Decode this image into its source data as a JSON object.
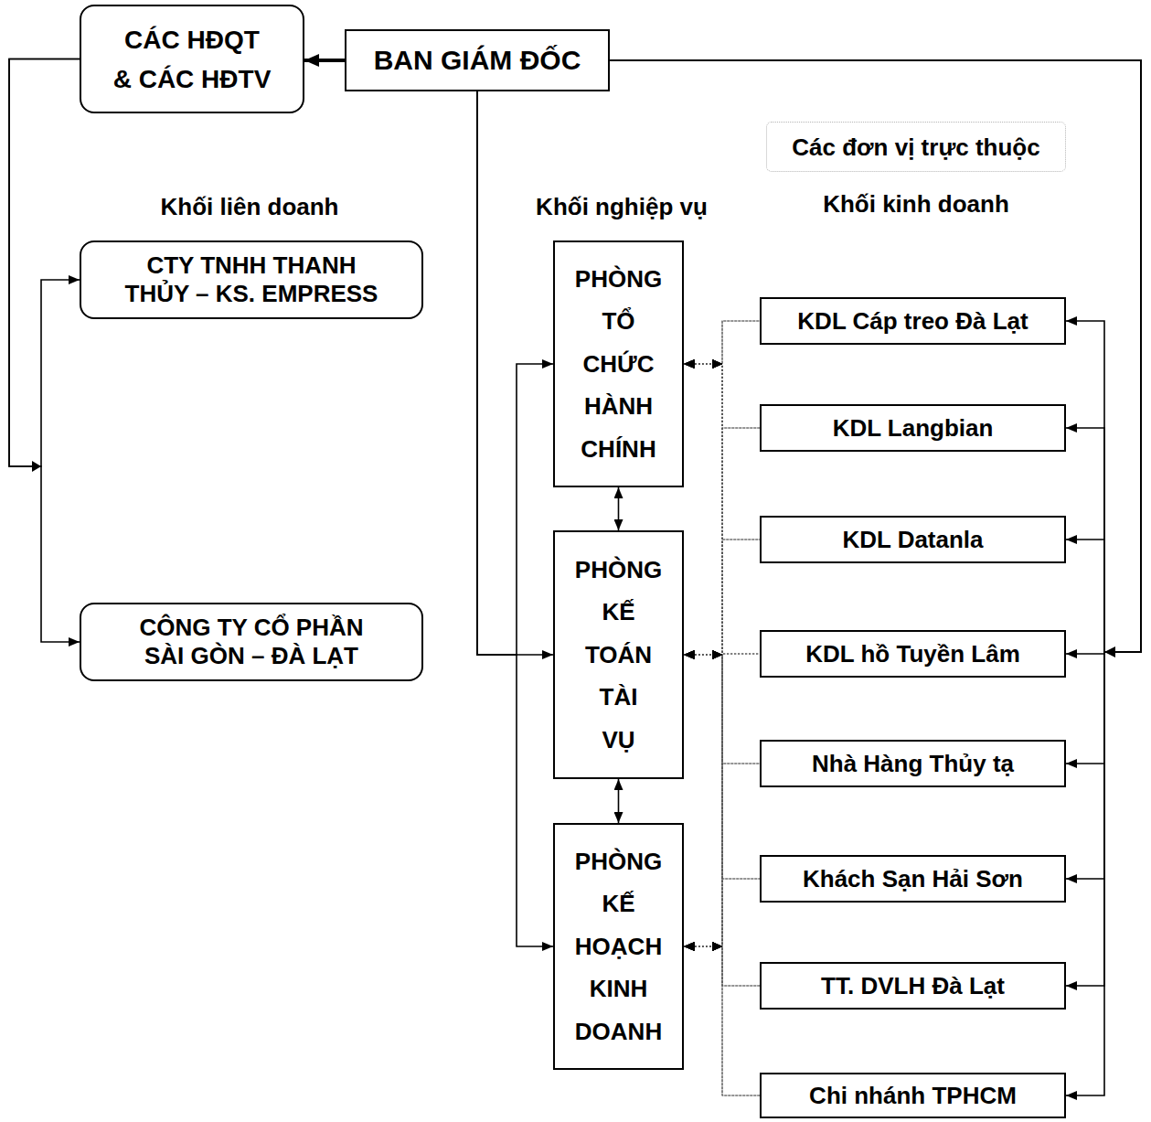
{
  "diagram": {
    "nodes": [
      {
        "text": [
          "CÁC HĐQT & CÁC HĐTV"
        ]
      },
      {
        "text": [
          "BAN GIÁM ĐỐC"
        ]
      },
      {
        "text": [
          "Các đơn vị trực thuộc"
        ]
      },
      {
        "text": [
          "CTY TNHH THANH THỦY – KS. EMPRESS"
        ]
      },
      {
        "text": [
          "CÔNG TY CỔ PHẦN SÀI GÒN – ĐÀ LẠT"
        ]
      },
      {
        "text": [
          "PHÒNG TỔ CHỨC HÀNH CHÍNH"
        ]
      },
      {
        "text": [
          "PHÒNG KẾ TOÁN TÀI VỤ"
        ]
      },
      {
        "text": [
          "PHÒNG KẾ HOẠCH KINH DOANH"
        ]
      },
      {
        "text": [
          "KDL Cáp treo Đà Lạt"
        ]
      },
      {
        "text": [
          "KDL Langbian"
        ]
      },
      {
        "text": [
          "KDL Datanla"
        ]
      },
      {
        "text": [
          "KDL hồ Tuyền Lâm"
        ]
      },
      {
        "text": [
          "Nhà Hàng Thủy tạ"
        ]
      },
      {
        "text": [
          "Khách Sạn Hải Sơn"
        ]
      },
      {
        "text": [
          "TT. DVLH Đà Lạt"
        ]
      },
      {
        "text": [
          "Chi nhánh TPHCM"
        ]
      }
    ],
    "edges": [
      {
        "from": 1,
        "to": 0,
        "arrow": "to"
      },
      {
        "from": 0,
        "to": 3,
        "arrow": "to"
      },
      {
        "from": 0,
        "to": 4,
        "arrow": "to"
      },
      {
        "from": 1,
        "to": 5,
        "arrow": "to"
      },
      {
        "from": 1,
        "to": 6,
        "arrow": "to"
      },
      {
        "from": 1,
        "to": 7,
        "arrow": "to"
      },
      {
        "from": 1,
        "to": 8,
        "arrow": "to"
      },
      {
        "from": 1,
        "to": 9,
        "arrow": "to"
      },
      {
        "from": 1,
        "to": 10,
        "arrow": "to"
      },
      {
        "from": 1,
        "to": 11,
        "arrow": "to"
      },
      {
        "from": 1,
        "to": 12,
        "arrow": "to"
      },
      {
        "from": 1,
        "to": 13,
        "arrow": "to"
      },
      {
        "from": 1,
        "to": 14,
        "arrow": "to"
      },
      {
        "from": 1,
        "to": 15,
        "arrow": "to"
      },
      {
        "from": 5,
        "to": 6,
        "arrow": "both"
      },
      {
        "from": 6,
        "to": 7,
        "arrow": "both"
      },
      {
        "from": 5,
        "to": 8,
        "arrow": "both"
      },
      {
        "from": 5,
        "to": 9,
        "arrow": "both"
      },
      {
        "from": 5,
        "to": 10,
        "arrow": "both"
      },
      {
        "from": 5,
        "to": 11,
        "arrow": "both"
      },
      {
        "from": 5,
        "to": 12,
        "arrow": "both"
      },
      {
        "from": 5,
        "to": 13,
        "arrow": "both"
      },
      {
        "from": 5,
        "to": 14,
        "arrow": "both"
      },
      {
        "from": 5,
        "to": 15,
        "arrow": "both"
      },
      {
        "from": 6,
        "to": 8,
        "arrow": "both"
      },
      {
        "from": 6,
        "to": 9,
        "arrow": "both"
      },
      {
        "from": 6,
        "to": 10,
        "arrow": "both"
      },
      {
        "from": 6,
        "to": 11,
        "arrow": "both"
      },
      {
        "from": 6,
        "to": 12,
        "arrow": "both"
      },
      {
        "from": 6,
        "to": 13,
        "arrow": "both"
      },
      {
        "from": 6,
        "to": 14,
        "arrow": "both"
      },
      {
        "from": 6,
        "to": 15,
        "arrow": "both"
      },
      {
        "from": 7,
        "to": 8,
        "arrow": "both"
      },
      {
        "from": 7,
        "to": 9,
        "arrow": "both"
      },
      {
        "from": 7,
        "to": 10,
        "arrow": "both"
      },
      {
        "from": 7,
        "to": 11,
        "arrow": "both"
      },
      {
        "from": 7,
        "to": 12,
        "arrow": "both"
      },
      {
        "from": 7,
        "to": 13,
        "arrow": "both"
      },
      {
        "from": 7,
        "to": 14,
        "arrow": "both"
      },
      {
        "from": 7,
        "to": 15,
        "arrow": "both"
      }
    ],
    "labels": [
      "Khối liên doanh",
      "Khối nghiệp vụ",
      "Khối kinh doanh"
    ]
  }
}
